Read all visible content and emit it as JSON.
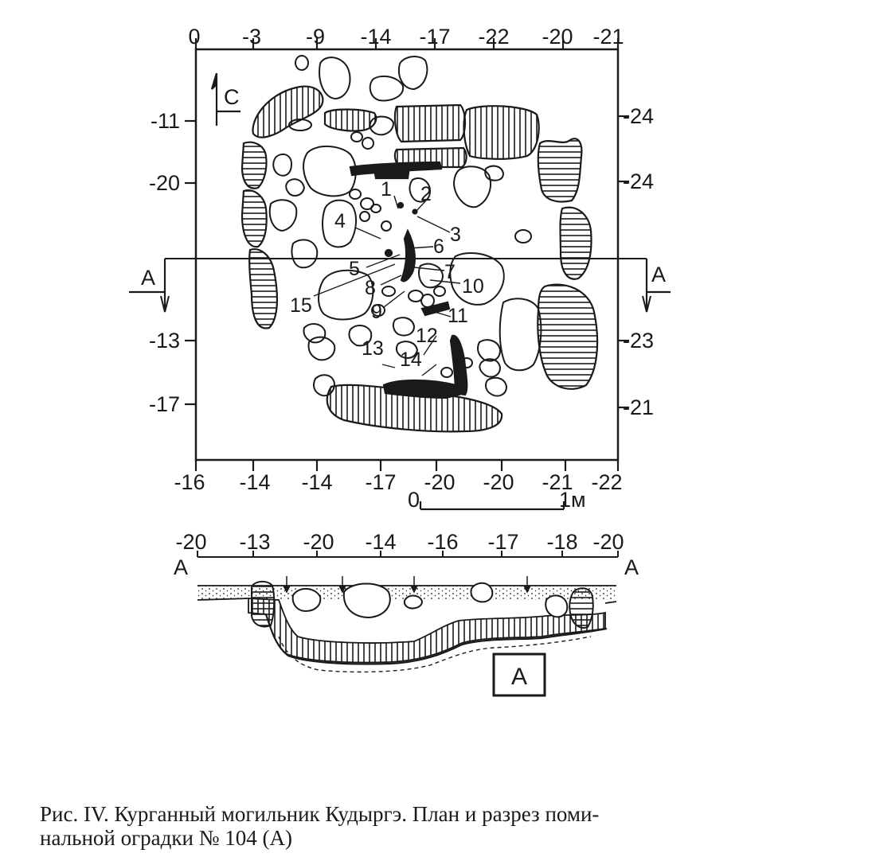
{
  "plan": {
    "top_labels": [
      "0",
      "-3",
      "-9",
      "-14",
      "-17",
      "-22",
      "-20",
      "-21"
    ],
    "left_labels": [
      "-11",
      "-20",
      "-13",
      "-17"
    ],
    "right_labels": [
      "-24",
      "-24",
      "-23",
      "-21"
    ],
    "bottom_labels": [
      "-16",
      "-14",
      "-14",
      "-17",
      "-20",
      "-20",
      "-21",
      "-22"
    ],
    "north_label": "С",
    "section_left": "А",
    "section_right": "А",
    "scale_start": "0",
    "scale_end": "1м",
    "finds": [
      "1",
      "2",
      "3",
      "4",
      "5",
      "6",
      "7",
      "8",
      "9",
      "10",
      "11",
      "12",
      "13",
      "14",
      "15"
    ]
  },
  "section": {
    "top_labels": [
      "-20",
      "-13",
      "-20",
      "-14",
      "-16",
      "-17",
      "-18",
      "-20"
    ],
    "left_letter": "А",
    "right_letter": "А",
    "box_label": "А"
  },
  "caption": {
    "line1": "Рис. IV. Курганный могильник Кудыргэ. План и разрез поми-",
    "line2": "нальной оградки № 104 (А)"
  },
  "colors": {
    "ink": "#1a1a1a",
    "paper": "#ffffff"
  }
}
